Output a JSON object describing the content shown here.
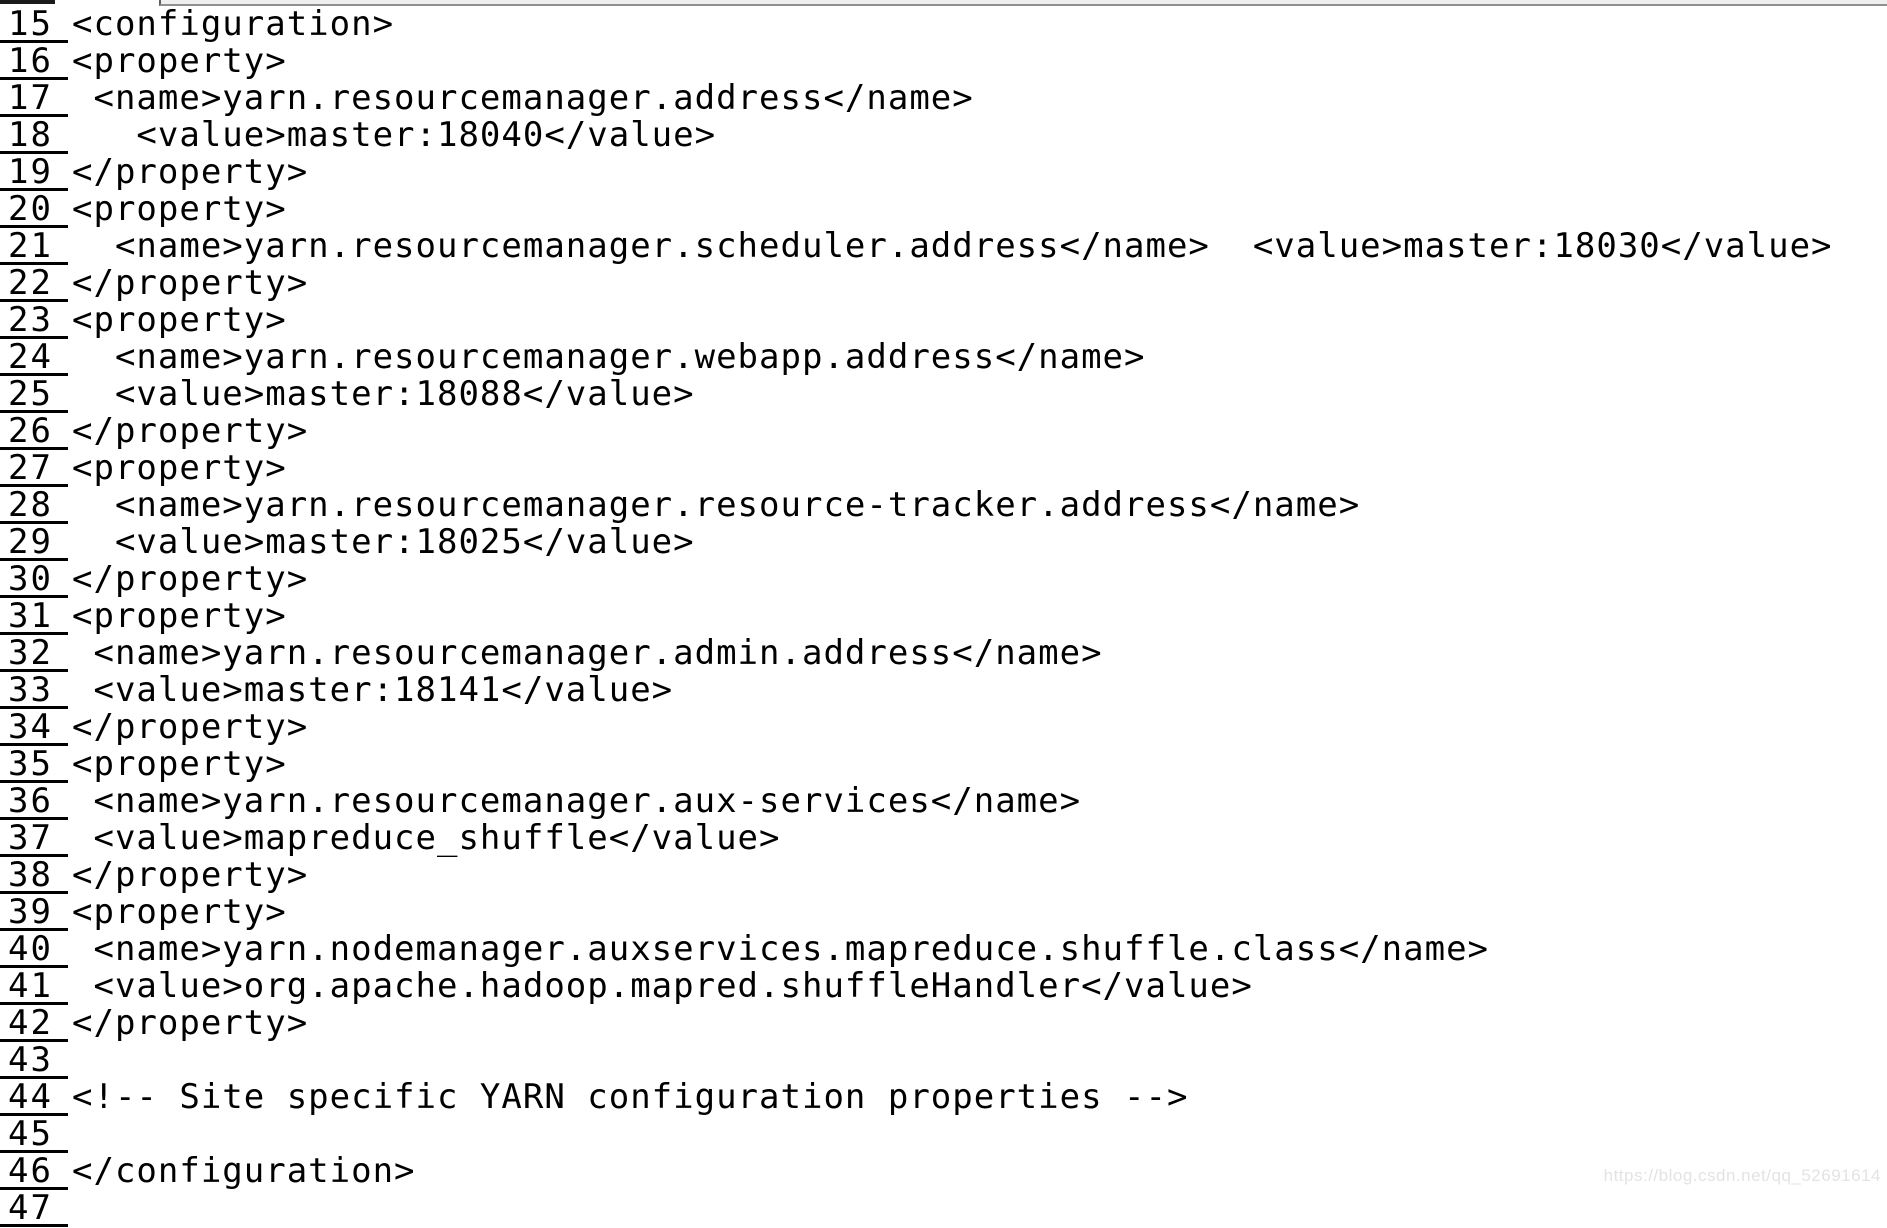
{
  "window": {
    "chrome_note": "clipped top edge of window chrome",
    "colors": {
      "background": "#ffffff",
      "text": "#000000",
      "line_number_underline": "#000000",
      "topbar_strip": "#efefef",
      "topbar_border": "#909090",
      "topbar_dark_segment": "#1a1a1a",
      "watermark_gray": "#e3e3e3"
    }
  },
  "editor": {
    "first_line_number": 15,
    "last_visible_line_number": 47,
    "lines": [
      {
        "num": "15",
        "code": "<configuration>"
      },
      {
        "num": "16",
        "code": "<property>"
      },
      {
        "num": "17",
        "code": " <name>yarn.resourcemanager.address</name>"
      },
      {
        "num": "18",
        "code": "   <value>master:18040</value>"
      },
      {
        "num": "19",
        "code": "</property>"
      },
      {
        "num": "20",
        "code": "<property>"
      },
      {
        "num": "21",
        "code": "  <name>yarn.resourcemanager.scheduler.address</name>  <value>master:18030</value>"
      },
      {
        "num": "22",
        "code": "</property>"
      },
      {
        "num": "23",
        "code": "<property>"
      },
      {
        "num": "24",
        "code": "  <name>yarn.resourcemanager.webapp.address</name>"
      },
      {
        "num": "25",
        "code": "  <value>master:18088</value>"
      },
      {
        "num": "26",
        "code": "</property>"
      },
      {
        "num": "27",
        "code": "<property>"
      },
      {
        "num": "28",
        "code": "  <name>yarn.resourcemanager.resource-tracker.address</name>"
      },
      {
        "num": "29",
        "code": "  <value>master:18025</value>"
      },
      {
        "num": "30",
        "code": "</property>"
      },
      {
        "num": "31",
        "code": "<property>"
      },
      {
        "num": "32",
        "code": " <name>yarn.resourcemanager.admin.address</name>"
      },
      {
        "num": "33",
        "code": " <value>master:18141</value>"
      },
      {
        "num": "34",
        "code": "</property>"
      },
      {
        "num": "35",
        "code": "<property>"
      },
      {
        "num": "36",
        "code": " <name>yarn.resourcemanager.aux-services</name>"
      },
      {
        "num": "37",
        "code": " <value>mapreduce_shuffle</value>"
      },
      {
        "num": "38",
        "code": "</property>"
      },
      {
        "num": "39",
        "code": "<property>"
      },
      {
        "num": "40",
        "code": " <name>yarn.nodemanager.auxservices.mapreduce.shuffle.class</name>"
      },
      {
        "num": "41",
        "code": " <value>org.apache.hadoop.mapred.shuffleHandler</value>"
      },
      {
        "num": "42",
        "code": "</property>"
      },
      {
        "num": "43",
        "code": ""
      },
      {
        "num": "44",
        "code": "<!-- Site specific YARN configuration properties -->"
      },
      {
        "num": "45",
        "code": ""
      },
      {
        "num": "46",
        "code": "</configuration>"
      },
      {
        "num": "47",
        "code": ""
      }
    ]
  },
  "watermark": {
    "text": "https://blog.csdn.net/qq_52691614"
  }
}
